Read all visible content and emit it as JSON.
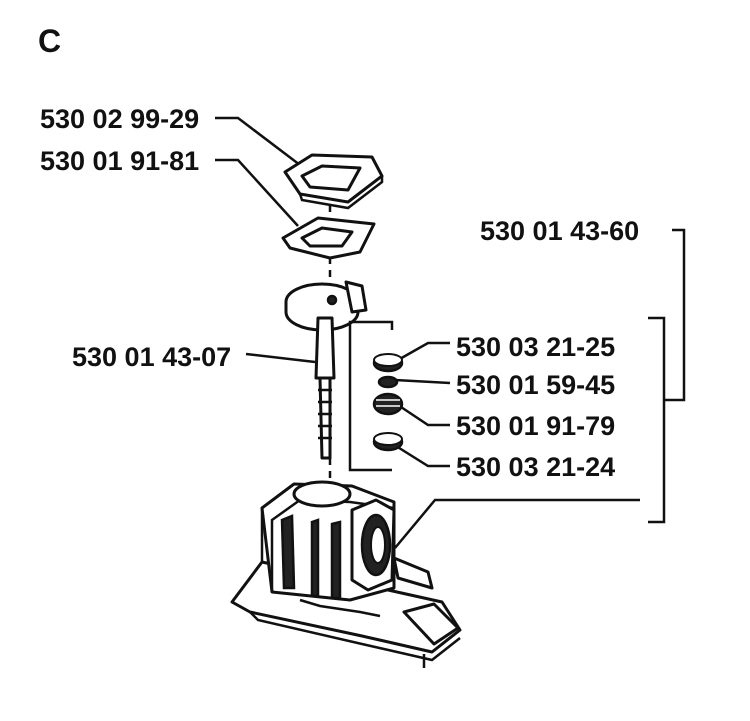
{
  "section_letter": "C",
  "labels": {
    "cover": "530 02 99-29",
    "gasket": "530 01 91-81",
    "kit": "530 01 43-60",
    "needle": "530 01 43-07",
    "ring_upper": "530 03 21-25",
    "washer": "530 01 59-45",
    "spring": "530 01 91-79",
    "ring_lower": "530 03 21-24"
  }
}
